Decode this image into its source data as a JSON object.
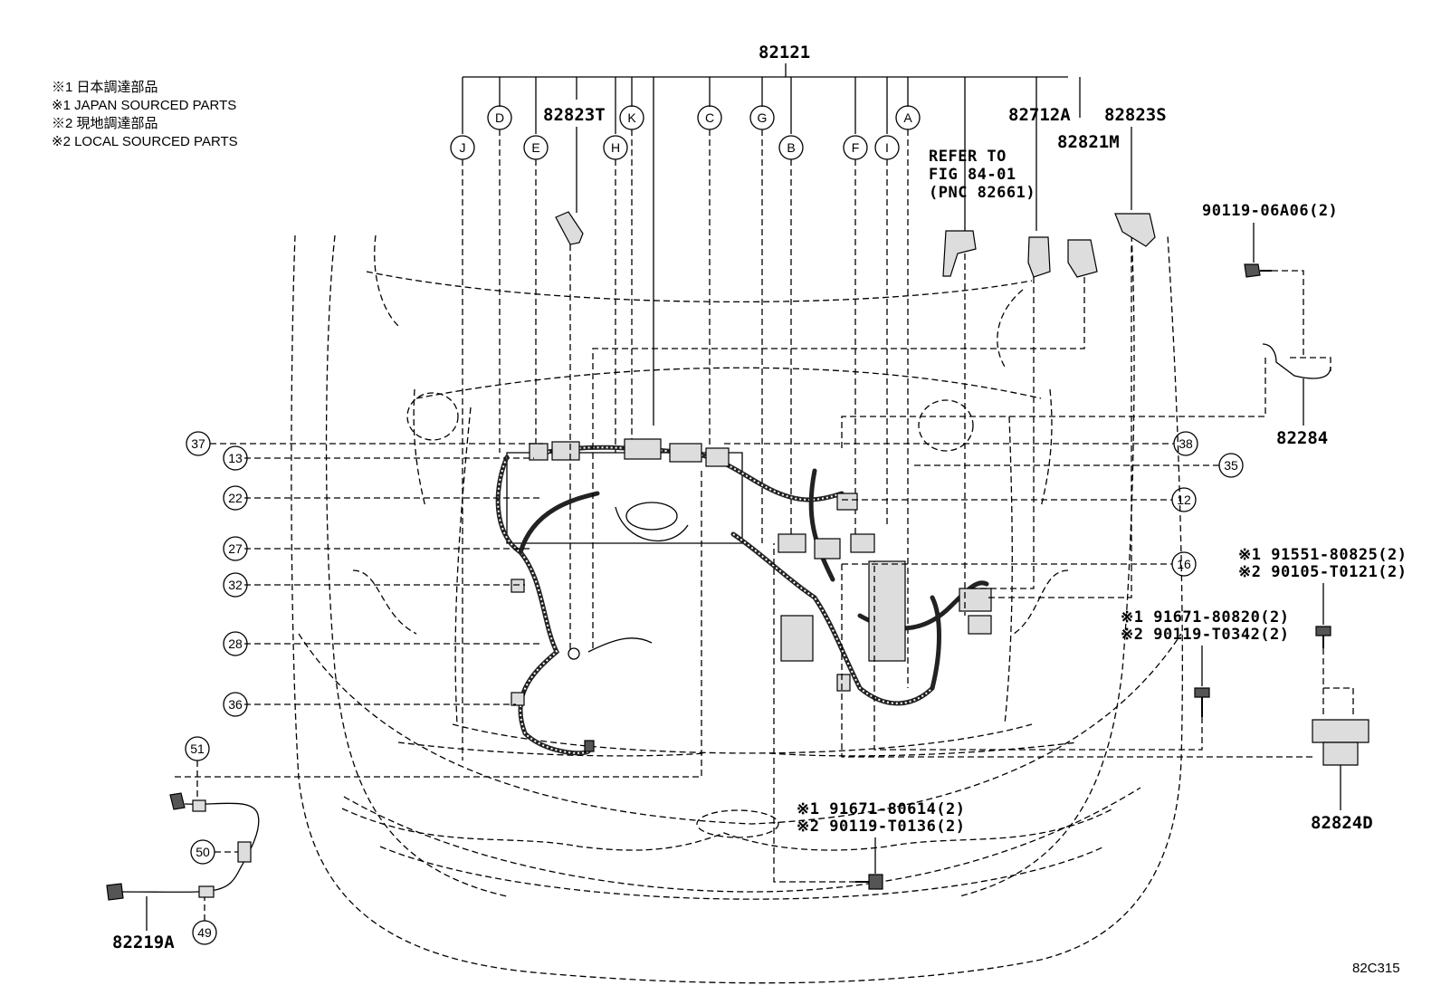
{
  "notes": [
    "※1 日本調達部品",
    "※1 JAPAN SOURCED PARTS",
    "※2 現地調達部品",
    "※2 LOCAL SOURCED PARTS"
  ],
  "main_part": "82121",
  "letter_callouts": [
    "J",
    "D",
    "E",
    "K",
    "H",
    "C",
    "G",
    "B",
    "F",
    "I",
    "A"
  ],
  "number_callouts": {
    "c37": "37",
    "c13": "13",
    "c22": "22",
    "c27": "27",
    "c32": "32",
    "c28": "28",
    "c36": "36",
    "c38": "38",
    "c35": "35",
    "c12": "12",
    "c16": "16",
    "c51": "51",
    "c50": "50",
    "c49": "49"
  },
  "part_labels": {
    "p82823T": "82823T",
    "p82712A": "82712A",
    "p82823S": "82823S",
    "p82821M": "82821M",
    "p82284": "82284",
    "p82824D": "82824D",
    "p82219A": "82219A",
    "p9011906A06": "90119-06A06(2)"
  },
  "refer": [
    "REFER TO",
    "FIG 84-01",
    "(PNC 82661)"
  ],
  "bolt_notes": {
    "bolt1_a": "※1 91551-80825(2)",
    "bolt1_b": "※2 90105-T0121(2)",
    "bolt2_a": "※1 91671-80820(2)",
    "bolt2_b": "※2 90119-T0342(2)",
    "bolt3_a": "※1 91671-80614(2)",
    "bolt3_b": "※2 90119-T0136(2)"
  },
  "figure_code": "82C315"
}
